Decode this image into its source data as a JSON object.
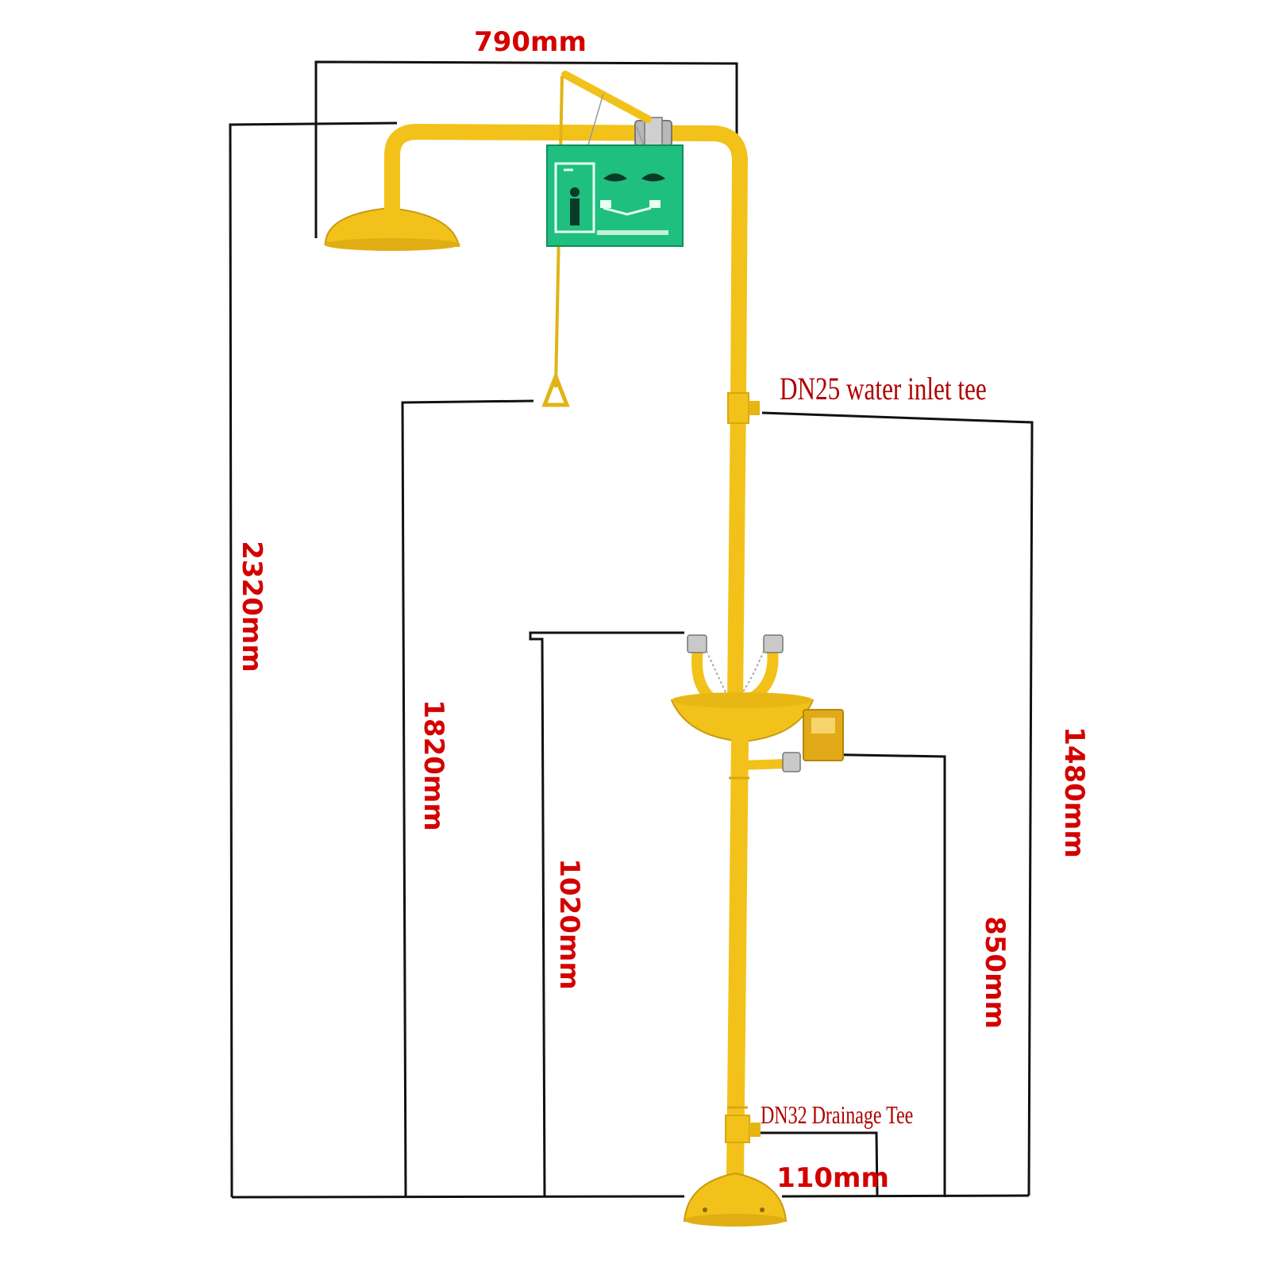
{
  "dimensions": {
    "width_top": "790mm",
    "total_height": "2320mm",
    "pull_handle_height": "1820mm",
    "eyewash_height": "1020mm",
    "inlet_tee_height": "1480mm",
    "push_plate_height": "850mm",
    "drain_offset": "110mm"
  },
  "callouts": {
    "inlet_tee": "DN25 water inlet tee",
    "drain_tee": "DN32 Drainage Tee"
  },
  "colors": {
    "pipe": "#f2c21a",
    "pipe_shadow": "#d9a70f",
    "dimension_text": "#d40000",
    "callout_text": "#b00000",
    "dimension_line": "#111111",
    "sign": "#1fbf7f"
  }
}
